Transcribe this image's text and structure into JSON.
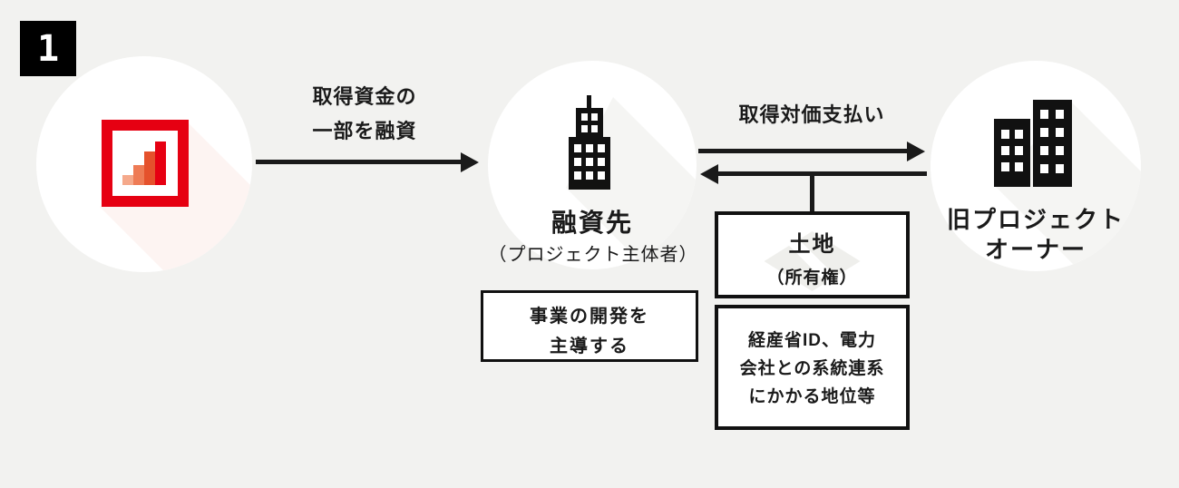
{
  "step_badge": "1",
  "colors": {
    "background": "#f2f2f0",
    "accent_red": "#e60012",
    "ink": "#1a1a1a",
    "logo_bar_colors": [
      "#f5a98b",
      "#ee7b55",
      "#e5512c",
      "#e60012"
    ]
  },
  "nodes": {
    "lender": {
      "icon": "bar-chart-logo-icon"
    },
    "borrower": {
      "icon": "office-building-icon",
      "title": "融資先",
      "subtitle": "（プロジェクト主体者）"
    },
    "old_owner": {
      "icon": "twin-buildings-icon",
      "title_line1": "旧プロジェクト",
      "title_line2": "オーナー"
    }
  },
  "arrows": {
    "loan": {
      "label_line1": "取得資金の",
      "label_line2": "一部を融資",
      "direction": "right"
    },
    "payment": {
      "label": "取得対価支払い",
      "direction": "right"
    },
    "handover": {
      "direction": "left"
    }
  },
  "boxes": {
    "dev_role": {
      "line1": "事業の開発を",
      "line2": "主導する"
    },
    "land": {
      "title": "土地",
      "subtitle": "（所有権）"
    },
    "rights": {
      "line1": "経産省ID、電力",
      "line2": "会社との系統連系",
      "line3": "にかかる地位等"
    }
  }
}
